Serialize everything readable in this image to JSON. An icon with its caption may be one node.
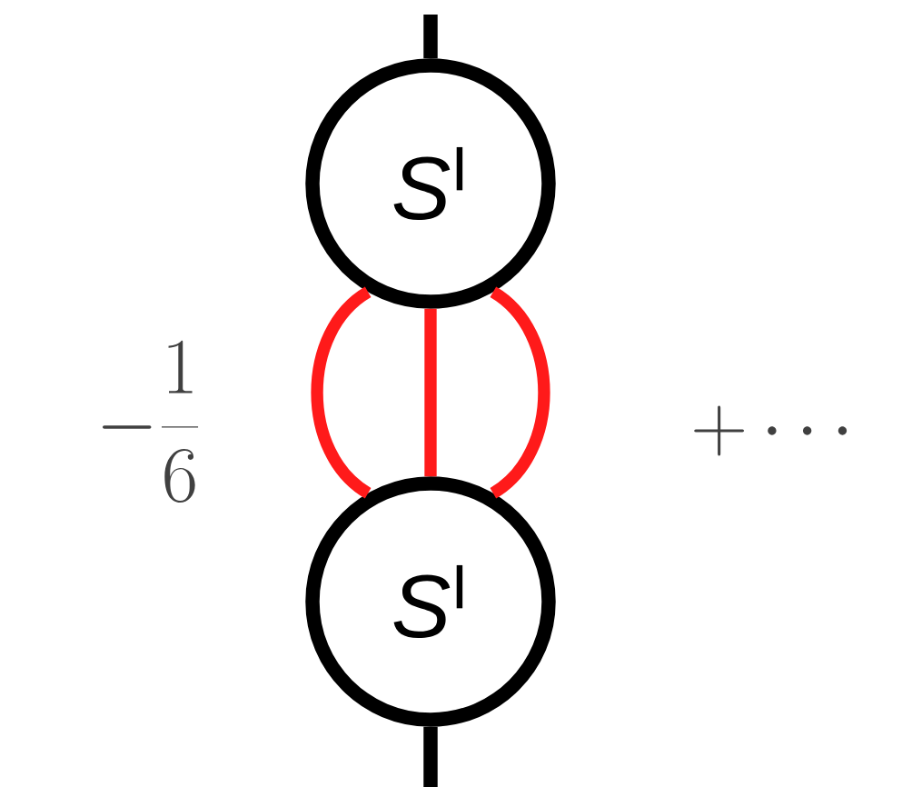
{
  "diagram": {
    "nodes": [
      {
        "text": [
          "*S*$^{I}$"
        ]
      },
      {
        "text": [
          "*S*$^{I}$"
        ]
      }
    ],
    "edges": [
      {
        "from": null,
        "to": 0,
        "arrow": "none",
        "color": "#000000"
      },
      {
        "from": 0,
        "to": 1,
        "arrow": "none",
        "color": "#ff1a1a"
      },
      {
        "from": 0,
        "to": 1,
        "arrow": "none",
        "color": "#ff1a1a"
      },
      {
        "from": 0,
        "to": 1,
        "arrow": "none",
        "color": "#ff1a1a"
      },
      {
        "from": 1,
        "to": null,
        "arrow": "none",
        "color": "#000000"
      }
    ],
    "labels": [
      "-\\frac{1}{6}",
      "+\\cdots"
    ]
  }
}
